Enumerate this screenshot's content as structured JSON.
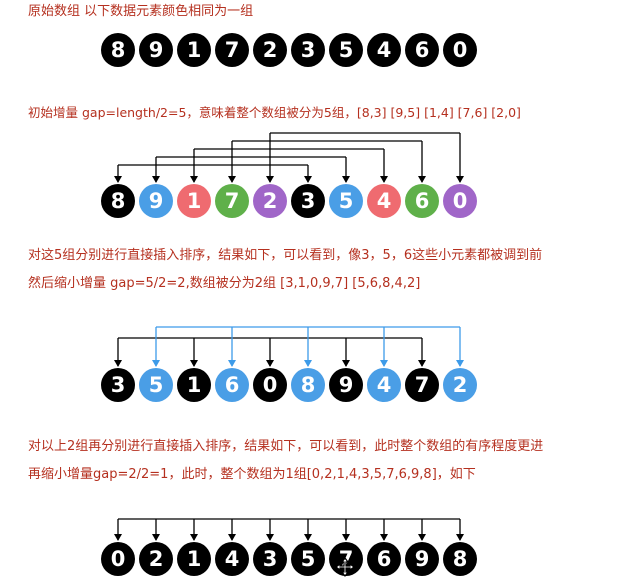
{
  "texts": {
    "t1": "原始数组  以下数据元素颜色相同为一组",
    "t2": "初始增量 gap=length/2=5，意味着整个数组被分为5组，[8,3] [9,5] [1,4] [7,6] [2,0]",
    "t3": "对这5组分别进行直接插入排序，结果如下，可以看到，像3，5，6这些小元素都被调到前",
    "t4": "然后缩小增量 gap=5/2=2,数组被分为2组 [3,1,0,9,7] [5,6,8,4,2]",
    "t5": "对以上2组再分别进行直接插入排序，结果如下，可以看到，此时整个数组的有序程度更进",
    "t6": "再缩小增量gap=2/2=1，此时，整个数组为1组[0,2,1,4,3,5,7,6,9,8]，如下"
  },
  "colors": {
    "text": "#b5301f",
    "black": "#000000",
    "blue": "#4a9ee6",
    "pink": "#ef6b70",
    "green": "#5fb04a",
    "purple": "#a066c8",
    "arrow_blue": "#3d9be9"
  },
  "rows": [
    {
      "id": "original",
      "items": [
        {
          "v": "8",
          "c": "black"
        },
        {
          "v": "9",
          "c": "black"
        },
        {
          "v": "1",
          "c": "black"
        },
        {
          "v": "7",
          "c": "black"
        },
        {
          "v": "2",
          "c": "black"
        },
        {
          "v": "3",
          "c": "black"
        },
        {
          "v": "5",
          "c": "black"
        },
        {
          "v": "4",
          "c": "black"
        },
        {
          "v": "6",
          "c": "black"
        },
        {
          "v": "0",
          "c": "black"
        }
      ]
    },
    {
      "id": "gap5",
      "items": [
        {
          "v": "8",
          "c": "black"
        },
        {
          "v": "9",
          "c": "blue"
        },
        {
          "v": "1",
          "c": "pink"
        },
        {
          "v": "7",
          "c": "green"
        },
        {
          "v": "2",
          "c": "purple"
        },
        {
          "v": "3",
          "c": "black"
        },
        {
          "v": "5",
          "c": "blue"
        },
        {
          "v": "4",
          "c": "pink"
        },
        {
          "v": "6",
          "c": "green"
        },
        {
          "v": "0",
          "c": "purple"
        }
      ]
    },
    {
      "id": "gap2",
      "items": [
        {
          "v": "3",
          "c": "black"
        },
        {
          "v": "5",
          "c": "blue"
        },
        {
          "v": "1",
          "c": "black"
        },
        {
          "v": "6",
          "c": "blue"
        },
        {
          "v": "0",
          "c": "black"
        },
        {
          "v": "8",
          "c": "blue"
        },
        {
          "v": "9",
          "c": "black"
        },
        {
          "v": "4",
          "c": "blue"
        },
        {
          "v": "7",
          "c": "black"
        },
        {
          "v": "2",
          "c": "blue"
        }
      ]
    },
    {
      "id": "gap1",
      "items": [
        {
          "v": "0",
          "c": "black"
        },
        {
          "v": "2",
          "c": "black"
        },
        {
          "v": "1",
          "c": "black"
        },
        {
          "v": "4",
          "c": "black"
        },
        {
          "v": "3",
          "c": "black"
        },
        {
          "v": "5",
          "c": "black"
        },
        {
          "v": "7",
          "c": "black"
        },
        {
          "v": "6",
          "c": "black"
        },
        {
          "v": "9",
          "c": "black"
        },
        {
          "v": "8",
          "c": "black"
        }
      ]
    }
  ]
}
